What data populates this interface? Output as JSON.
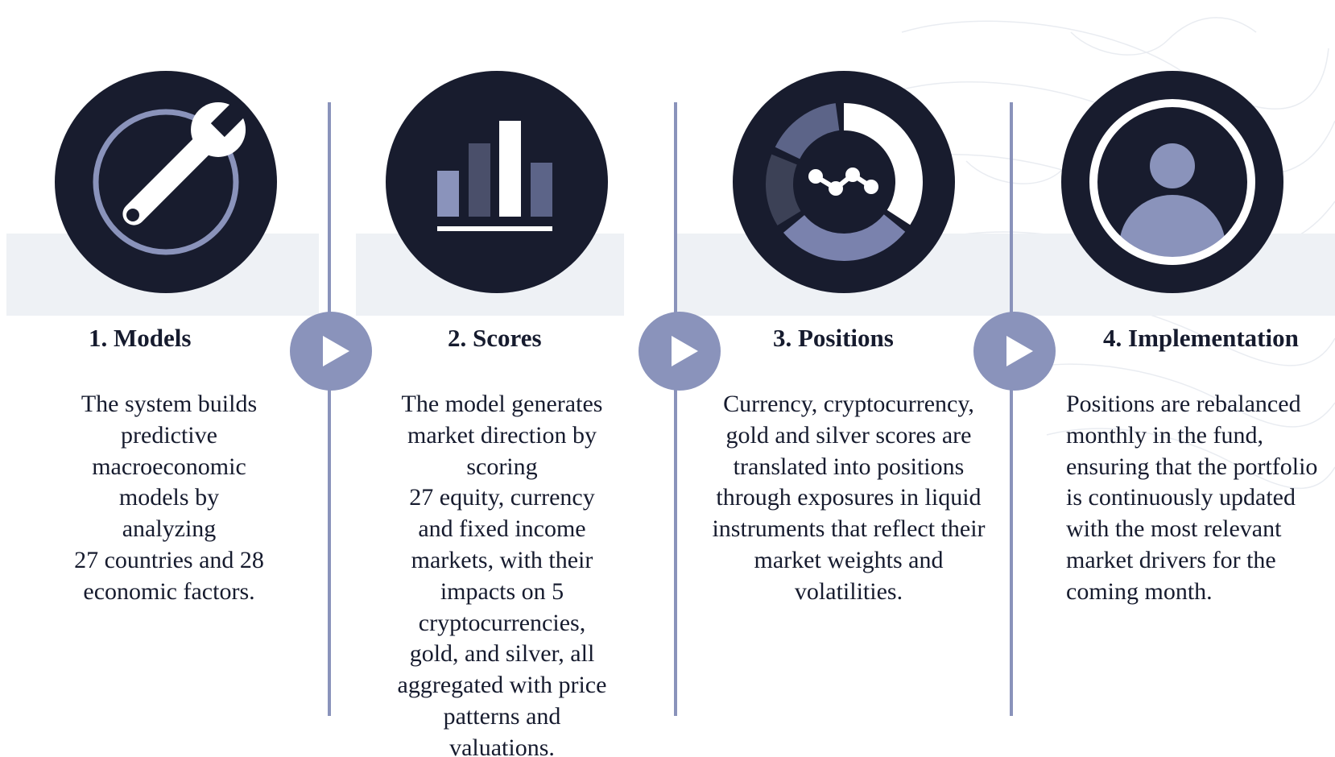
{
  "steps": [
    {
      "title": "1. Models",
      "icon": "wrench-icon",
      "description": "The system builds\npredictive\nmacroeconomic\nmodels by\nanalyzing\n27 countries and 28\neconomic factors."
    },
    {
      "title": "2. Scores",
      "icon": "bar-chart-icon",
      "description": "The model generates\nmarket direction by\nscoring\n27 equity, currency\nand fixed income\nmarkets, with their\nimpacts on 5\ncryptocurrencies,\ngold, and silver, all\naggregated with price\npatterns and\nvaluations."
    },
    {
      "title": "3. Positions",
      "icon": "donut-chart-icon",
      "description": "Currency, cryptocurrency,\ngold and silver scores are\ntranslated into positions\nthrough exposures in liquid\ninstruments that reflect their\nmarket weights and\nvolatilities."
    },
    {
      "title": "4. Implementation",
      "icon": "user-icon",
      "description": "Positions are rebalanced\nmonthly in the fund,\nensuring that the portfolio\nis continuously updated\nwith the most relevant\nmarket drivers for the\ncoming month."
    }
  ],
  "arrows": [
    "play-icon",
    "play-icon",
    "play-icon"
  ],
  "colors": {
    "navy": "#181c2e",
    "accent": "#8a93bb",
    "band": "#eef1f5",
    "text": "#161b2e"
  }
}
